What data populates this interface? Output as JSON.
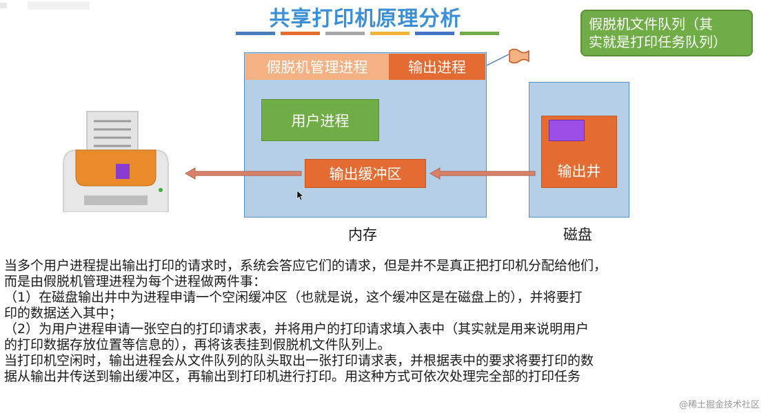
{
  "title": "共享打印机原理分析",
  "title_bar_colors": [
    "#4a7ebb",
    "#e46c32",
    "#a6a6a6",
    "#f2b33d",
    "#4472c4",
    "#70ad47"
  ],
  "callout": {
    "line1": "假脱机文件队列（其",
    "line2": "实就是打印任务队列）"
  },
  "memory": {
    "spool_process": "假脱机管理进程",
    "output_process": "输出进程",
    "user_process": "用户进程",
    "output_buffer": "输出缓冲区",
    "caption": "内存"
  },
  "disk": {
    "output_well": "输出井",
    "caption": "磁盘"
  },
  "paragraphs": [
    "当多个用户进程提出输出打印的请求时，系统会答应它们的请求，但是并不是真正把打印机分配给他们，",
    "而是由假脱机管理进程为每个进程做两件事：",
    "（1）在磁盘输出井中为进程申请一个空闲缓冲区（也就是说，这个缓冲区是在磁盘上的），并将要打",
    "印的数据送入其中；",
    "（2）为用户进程申请一张空白的打印请求表，并将用户的打印请求填入表中（其实就是用来说明用户",
    "的打印数据存放位置等信息的），再将该表挂到假脱机文件队列上。",
    "当打印机空闲时，输出进程会从文件队列的队头取出一张打印请求表，并根据表中的要求将要打印的数",
    "据从输出井传送到输出缓冲区，再输出到打印机进行打印。用这种方式可依次处理完全部的打印任务"
  ],
  "watermark": "@稀土掘金技术社区",
  "colors": {
    "title": "#3b8fd6",
    "memory_bg": "#b4cfe6",
    "orange": "#e46c32",
    "light_orange": "#f4b183",
    "green": "#70ad47",
    "purple": "#9d4ee6"
  }
}
